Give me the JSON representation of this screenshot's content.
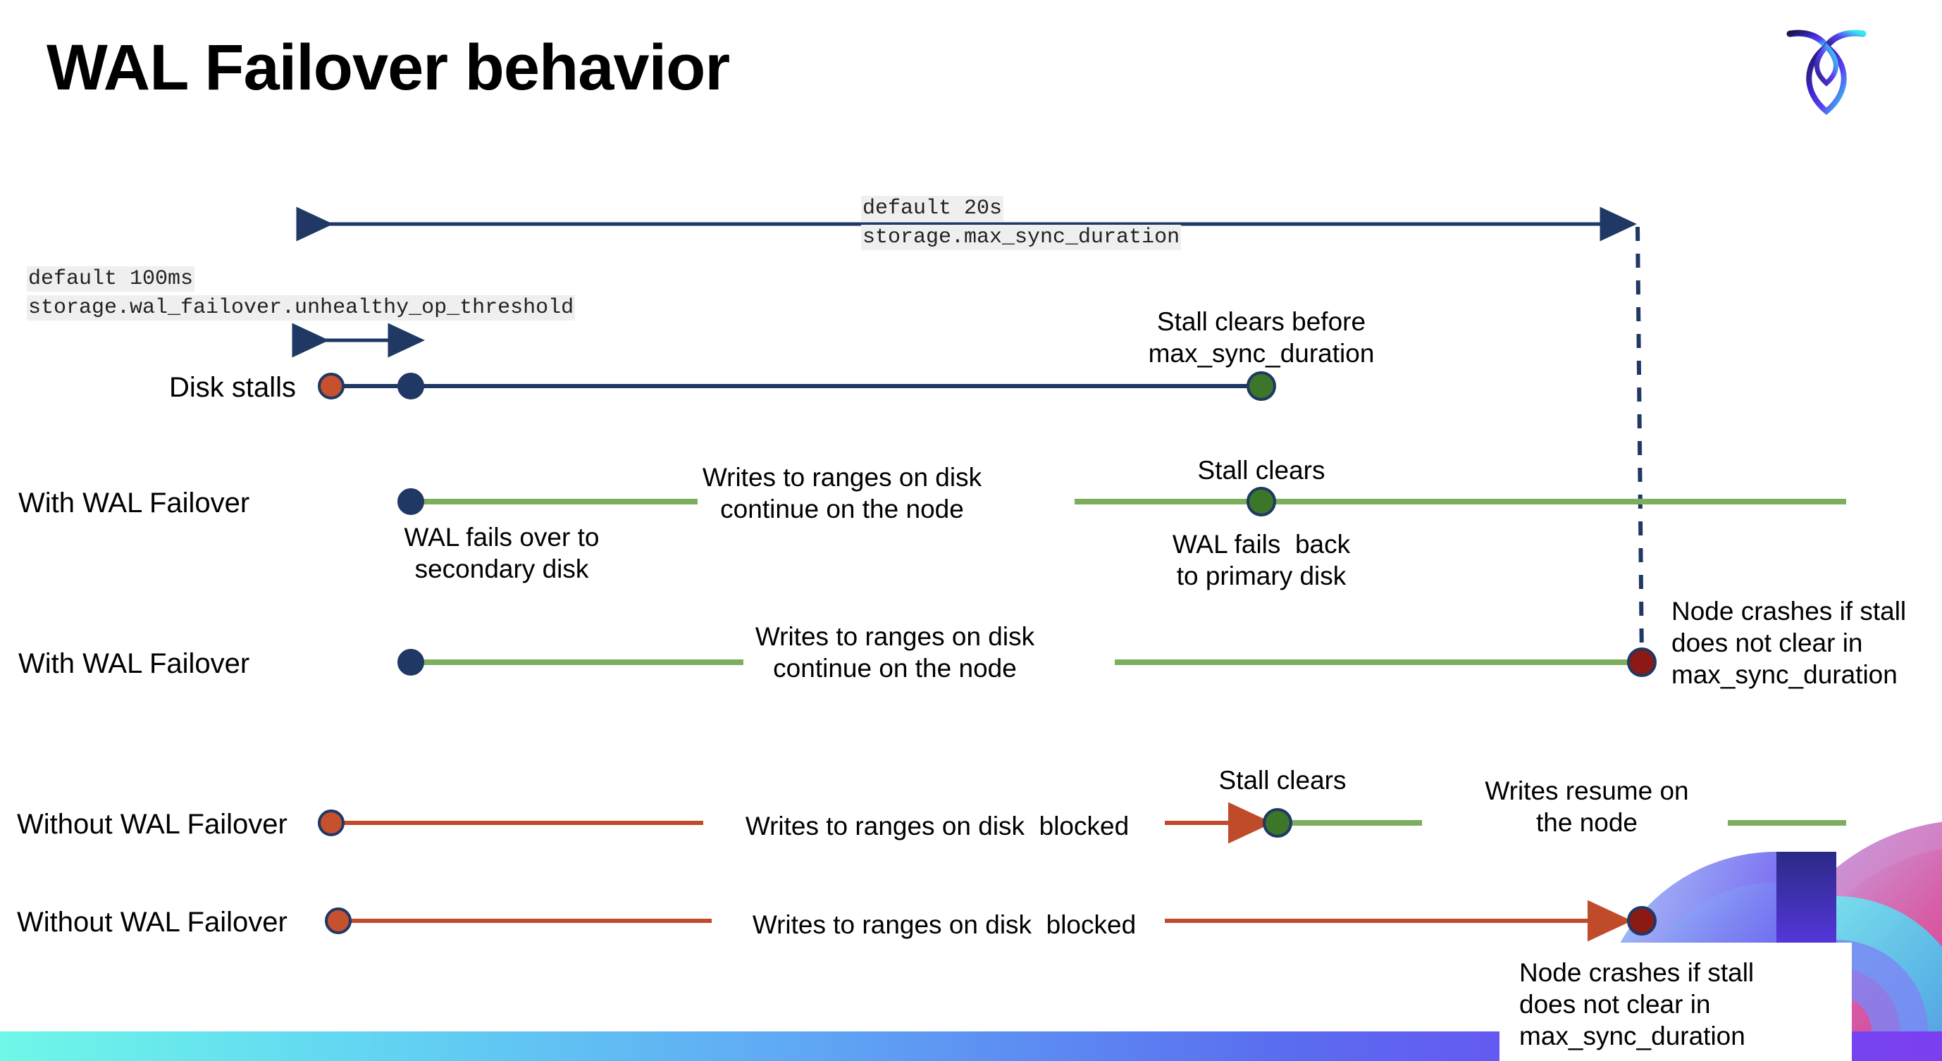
{
  "slide": {
    "title": "WAL Failover behavior",
    "logo_name": "cockroachdb-logo"
  },
  "annotations": {
    "max_sync_duration": {
      "default_line": "default 20s",
      "setting_line": "storage.max_sync_duration"
    },
    "unhealthy_op_threshold": {
      "default_line": "default 100ms",
      "setting_line": "storage.wal_failover.unhealthy_op_threshold"
    }
  },
  "rows": [
    {
      "id": "disk-stalls",
      "label": "Disk stalls",
      "callouts": [
        {
          "id": "stall-clears-before",
          "text": "Stall clears before\nmax_sync_duration"
        }
      ]
    },
    {
      "id": "with-wal-failover-clears",
      "label": "With WAL Failover",
      "callouts": [
        {
          "id": "writes-continue-1",
          "text": "Writes to ranges on disk\ncontinue on the node"
        },
        {
          "id": "stall-clears-1",
          "text": "Stall clears"
        },
        {
          "id": "wal-fails-over",
          "text": "WAL fails over to\nsecondary disk"
        },
        {
          "id": "wal-fails-back",
          "text": "WAL fails  back\nto primary disk"
        }
      ]
    },
    {
      "id": "with-wal-failover-crash",
      "label": "With WAL Failover",
      "callouts": [
        {
          "id": "writes-continue-2",
          "text": "Writes to ranges on disk\ncontinue on the node"
        },
        {
          "id": "node-crashes-1",
          "text": "Node crashes if stall\ndoes not clear in\nmax_sync_duration"
        }
      ]
    },
    {
      "id": "without-wal-failover-clears",
      "label": "Without WAL Failover",
      "callouts": [
        {
          "id": "writes-blocked-1",
          "text": "Writes to ranges on disk  blocked"
        },
        {
          "id": "stall-clears-2",
          "text": "Stall clears"
        },
        {
          "id": "writes-resume",
          "text": "Writes resume on\nthe node"
        }
      ]
    },
    {
      "id": "without-wal-failover-crash",
      "label": "Without WAL Failover",
      "callouts": [
        {
          "id": "writes-blocked-2",
          "text": "Writes to ranges on disk  blocked"
        },
        {
          "id": "node-crashes-2",
          "text": "Node crashes if stall\ndoes not clear in\nmax_sync_duration"
        }
      ]
    }
  ],
  "colors": {
    "navy": "#1F3864",
    "green_line": "#7DAE5E",
    "green_dot": "#3C7628",
    "red_dot": "#8B1A15",
    "orange_dot": "#C5512F",
    "orange_line": "#BF4B2B",
    "code_chip_bg": "#EFEFEF",
    "bar_gradient_start": "#6FF7E8",
    "bar_gradient_end": "#7B3FF0"
  }
}
